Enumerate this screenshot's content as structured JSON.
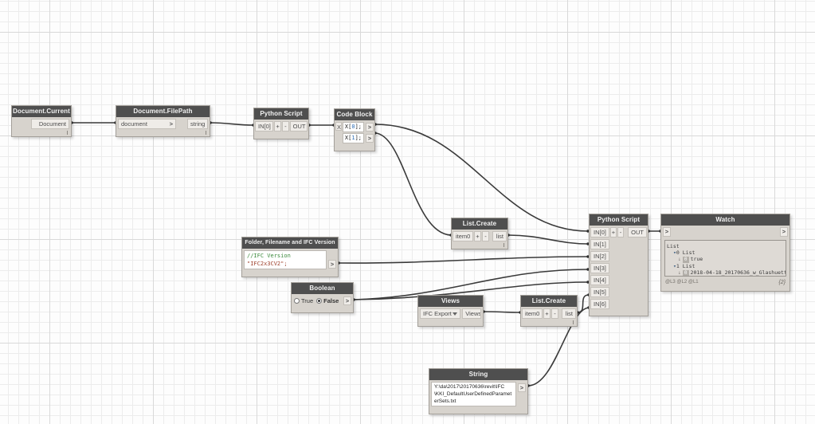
{
  "app": {
    "name": "Dynamo graph canvas"
  },
  "colors": {
    "node_header": "#4f4f4f",
    "node_body": "#d7d3cd",
    "wire": "#3a3a3a",
    "code_comment_green": "#3c8a3c",
    "code_string_red": "#a0432f",
    "code_number_blue": "#2b6cb5"
  },
  "controls": {
    "add": "+",
    "remove": "-"
  },
  "nodes": {
    "doc_current": {
      "title": "Document.Current",
      "out": "Document"
    },
    "doc_filepath": {
      "title": "Document.FilePath",
      "in": "document",
      "in_marker": ">",
      "out": "string"
    },
    "py1": {
      "title": "Python Script",
      "in0": "IN[0]",
      "out": "OUT"
    },
    "code_block": {
      "title": "Code Block",
      "in": "X",
      "out_marker": ">",
      "lines": [
        {
          "pre": "X[",
          "num": "0",
          "post": "];"
        },
        {
          "pre": "X[",
          "num": "1",
          "post": "];"
        }
      ]
    },
    "list_create_1": {
      "title": "List.Create",
      "in0": "item0",
      "out": "list"
    },
    "folder_cb": {
      "title": "Folder, Filename and IFC Version",
      "comment": "//IFC Version",
      "code": "\"IFC2x3CV2\";",
      "out_marker": ">"
    },
    "boolean": {
      "title": "Boolean",
      "true_label": "True",
      "false_label": "False",
      "selected": "False",
      "out_marker": ">"
    },
    "views": {
      "title": "Views",
      "dropdown_value": "IFC Export",
      "out": "Views"
    },
    "list_create_2": {
      "title": "List.Create",
      "in0": "item0",
      "out": "list"
    },
    "string": {
      "title": "String",
      "value_lines": [
        "Y:\\da\\2017\\20170636\\revit\\IFC",
        "\\KKI_DefaultUserDefinedParamet",
        "erSets.txt"
      ],
      "value_full": "Y:\\da\\2017\\20170636\\revit\\IFC\\KKI_DefaultUserDefinedParameterSets.txt",
      "out_marker": ">"
    },
    "py2": {
      "title": "Python Script",
      "inputs": [
        "IN[0]",
        "IN[1]",
        "IN[2]",
        "IN[3]",
        "IN[4]",
        "IN[5]",
        "IN[6]"
      ],
      "out": "OUT"
    },
    "watch": {
      "title": "Watch",
      "in_marker": ">",
      "out_marker": ">",
      "lines": [
        {
          "text": "List"
        },
        {
          "expander": "▾",
          "index": "0",
          "text": "List"
        },
        {
          "arrow": "↓",
          "badge": "0",
          "text": "true"
        },
        {
          "expander": "▾",
          "index": "1",
          "text": "List"
        },
        {
          "arrow": "↓",
          "badge": "0",
          "text": "2018-04-18_20170636_w_Glashuett"
        }
      ],
      "footer_left": "@L3 @L2 @L1",
      "footer_right": "{2}"
    }
  }
}
